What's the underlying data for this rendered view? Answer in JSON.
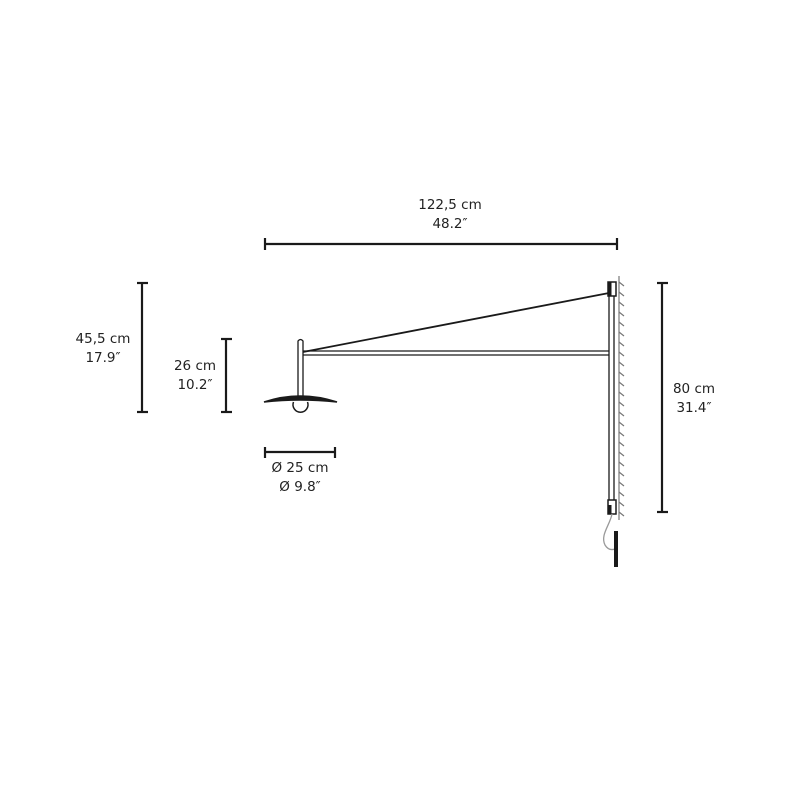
{
  "diagram": {
    "subject": "wall-mounted swing-arm pendant lamp",
    "dimensions": {
      "width": {
        "metric": "122,5 cm",
        "imperial": "48.2″"
      },
      "total_drop": {
        "metric": "45,5 cm",
        "imperial": "17.9″"
      },
      "stem_height": {
        "metric": "26 cm",
        "imperial": "10.2″"
      },
      "shade_diameter": {
        "metric": "Ø 25 cm",
        "imperial": "Ø 9.8″"
      },
      "mount_height": {
        "metric": "80 cm",
        "imperial": "31.4″"
      }
    },
    "colors": {
      "line": "#1a1a1a",
      "cable": "#9a9a9a",
      "text": "#222222"
    }
  }
}
